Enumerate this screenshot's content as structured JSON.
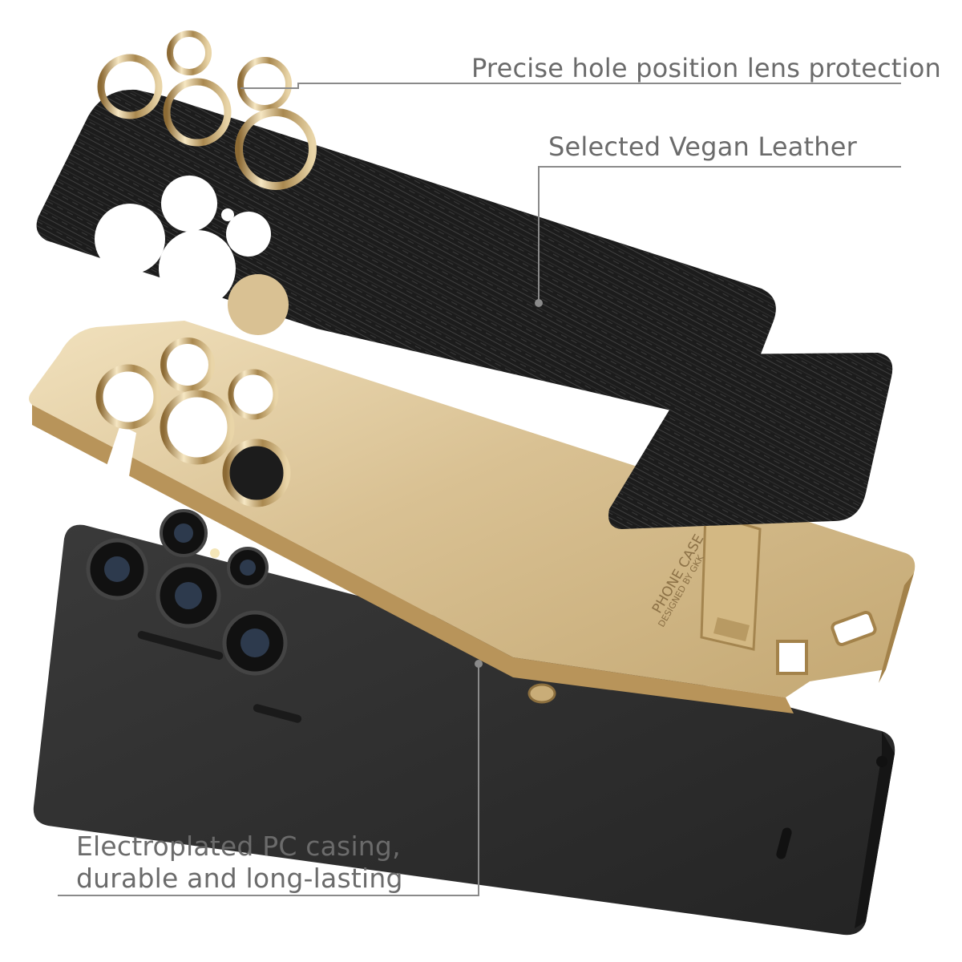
{
  "callouts": {
    "lens_protection": "Precise hole position lens protection",
    "leather": "Selected Vegan Leather",
    "casing_line1": "Electroplated PC casing,",
    "casing_line2": "durable and long-lasting"
  },
  "case_print": {
    "line1": "PHONE CASE",
    "line2": "DESIGNED BY GKK"
  },
  "colors": {
    "gold": "#d9c193",
    "gold_dark": "#9c7d45",
    "leather": "#1c1c1c",
    "phone_body": "#2e2e2e",
    "callout_text": "#6b6b6b"
  }
}
